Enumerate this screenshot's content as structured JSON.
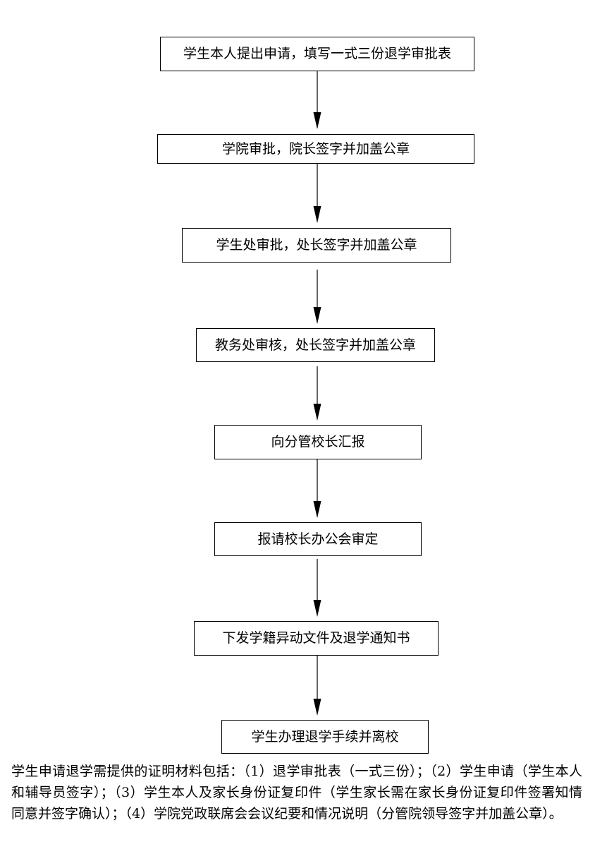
{
  "flowchart": {
    "steps": [
      "学生本人提出申请，填写一式三份退学审批表",
      "学院审批，院长签字并加盖公章",
      "学生处审批，处长签字并加盖公章",
      "教务处审核，处长签字并加盖公章",
      "向分管校长汇报",
      "报请校长办公会审定",
      "下发学籍异动文件及退学通知书",
      "学生办理退学手续并离校"
    ],
    "line_color": "#000000"
  },
  "note": {
    "text": "学生申请退学需提供的证明材料包括：（1）退学审批表（一式三份）；（2）学生申请（学生本人和辅导员签字）；（3）学生本人及家长身份证复印件（学生家长需在家长身份证复印件签署知情同意并签字确认）；（4）学院党政联席会会议纪要和情况说明（分管院领导签字并加盖公章）。"
  }
}
